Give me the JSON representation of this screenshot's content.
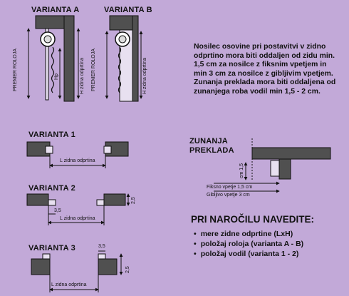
{
  "variants_top": {
    "a_title": "VARIANTA A",
    "b_title": "VARIANTA B",
    "premer_roloja": "PREMER ROLOJA",
    "hp": "Hp",
    "h_zidna": "H zidna odprtina"
  },
  "note": "Nosilec osovine pri postavitvi v zidno odprtino mora biti oddaljen od zidu min. 1,5 cm za nosilce z fiksnim vpetjem in min 3 cm za nosilce z gibljivim vpetjem.\nZunanja preklada mora biti oddaljena od zunanjega roba vodil min 1,5 - 2 cm.",
  "varianta1": {
    "title": "VARIANTA 1",
    "dim": "L zidna odprtina"
  },
  "varianta2": {
    "title": "VARIANTA 2",
    "dim": "L zidna odprtina",
    "d1": "3,5",
    "d2": "2,5"
  },
  "varianta3": {
    "title": "VARIANTA 3",
    "dim": "L zidna odprtina",
    "d1": "3,5",
    "d2": "2,5"
  },
  "preklada": {
    "title": "ZUNANJA\nPREKLADA",
    "cm15": "cm 1,5",
    "fiksno": "Fiksno vpetje 1,5 cm",
    "gibljivo": "Gibljivo vpetje 3 cm"
  },
  "order": {
    "heading": "PRI NAROČILU NAVEDITE:",
    "items": [
      "mere zidne odprtine (LxH)",
      "položaj roloja (varianta A - B)",
      "položaj vodil (varianta 1 - 2)"
    ]
  },
  "colors": {
    "background": "#c2a9d8",
    "wall": "#505050",
    "line": "#111111"
  }
}
